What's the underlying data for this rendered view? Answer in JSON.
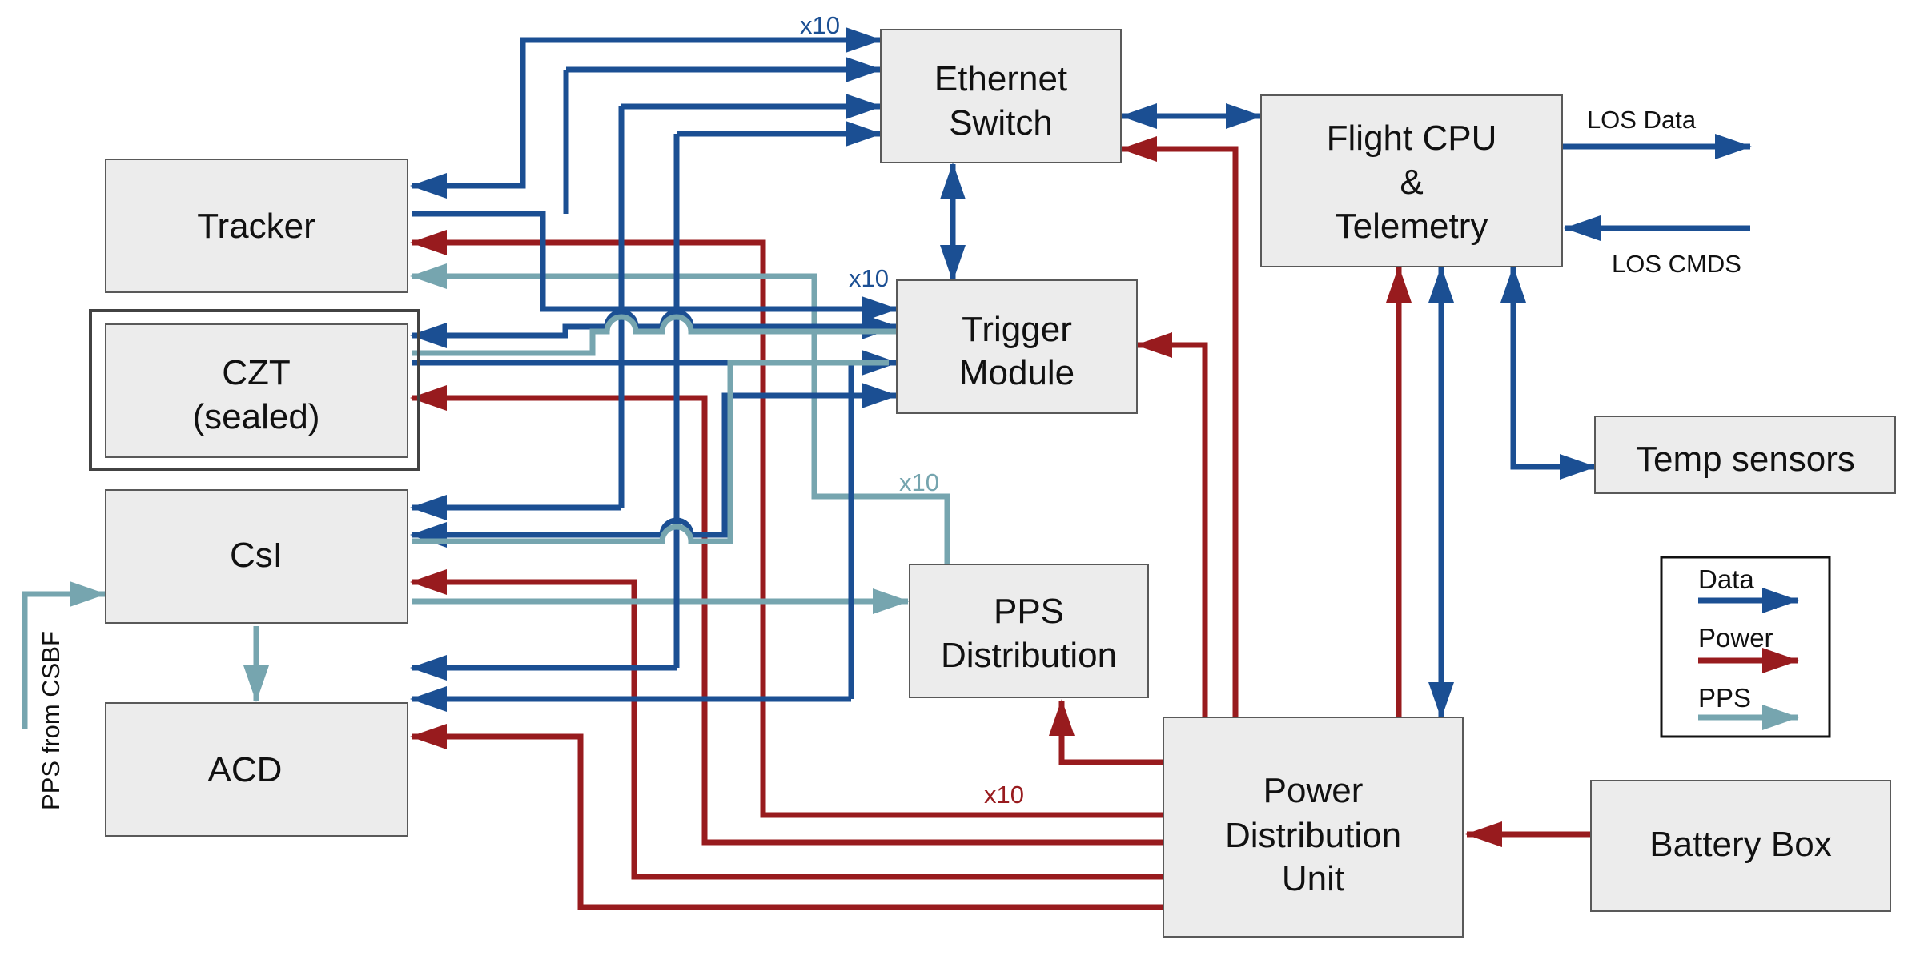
{
  "colors": {
    "data": "#1b4f93",
    "power": "#981b1e",
    "pps": "#76a5af",
    "box_fill": "#ececec"
  },
  "blocks": {
    "ethernet_switch": [
      "Ethernet",
      "Switch"
    ],
    "flight_cpu": [
      "Flight CPU",
      "&",
      "Telemetry"
    ],
    "tracker": [
      "Tracker"
    ],
    "czt": [
      "CZT",
      "(sealed)"
    ],
    "trigger_module": [
      "Trigger",
      "Module"
    ],
    "csi": [
      "CsI"
    ],
    "temp_sensors": [
      "Temp sensors"
    ],
    "pps_distribution": [
      "PPS",
      "Distribution"
    ],
    "acd": [
      "ACD"
    ],
    "power_distribution_unit": [
      "Power",
      "Distribution",
      "Unit"
    ],
    "battery_box": [
      "Battery Box"
    ]
  },
  "annotations": {
    "x10_ethernet": "x10",
    "x10_trigger": "x10",
    "x10_pps": "x10",
    "x10_power": "x10",
    "los_data": "LOS Data",
    "los_cmds": "LOS CMDS",
    "pps_from_csbf": "PPS from CSBF"
  },
  "legend": {
    "data": "Data",
    "power": "Power",
    "pps": "PPS"
  }
}
